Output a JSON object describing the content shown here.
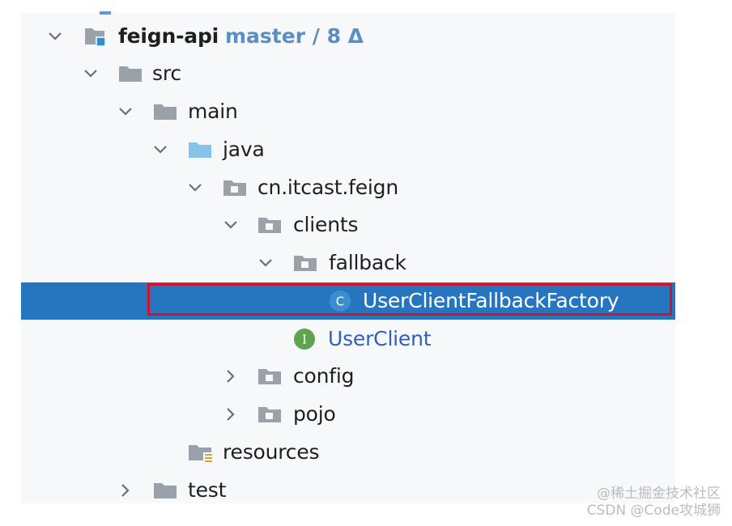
{
  "project": {
    "name": "feign-api",
    "vcs": "master / 8 Δ"
  },
  "tree": {
    "src": "src",
    "main": "main",
    "java": "java",
    "package": "cn.itcast.feign",
    "clients": "clients",
    "fallback": "fallback",
    "fallback_factory": "UserClientFallbackFactory",
    "fallback_factory_badge": "C",
    "user_client": "UserClient",
    "user_client_badge": "I",
    "config": "config",
    "pojo": "pojo",
    "resources": "resources",
    "test": "test"
  },
  "watermark": {
    "line1": "@稀土掘金技术社区",
    "line2": "CSDN @Code攻城狮"
  },
  "colors": {
    "selection": "#2675bf",
    "highlight_border": "#d3122f",
    "interface_badge": "#5ea34d",
    "class_badge": "#3a8ecf",
    "folder": "#9aa1a8",
    "source_folder": "#87c3e8"
  }
}
